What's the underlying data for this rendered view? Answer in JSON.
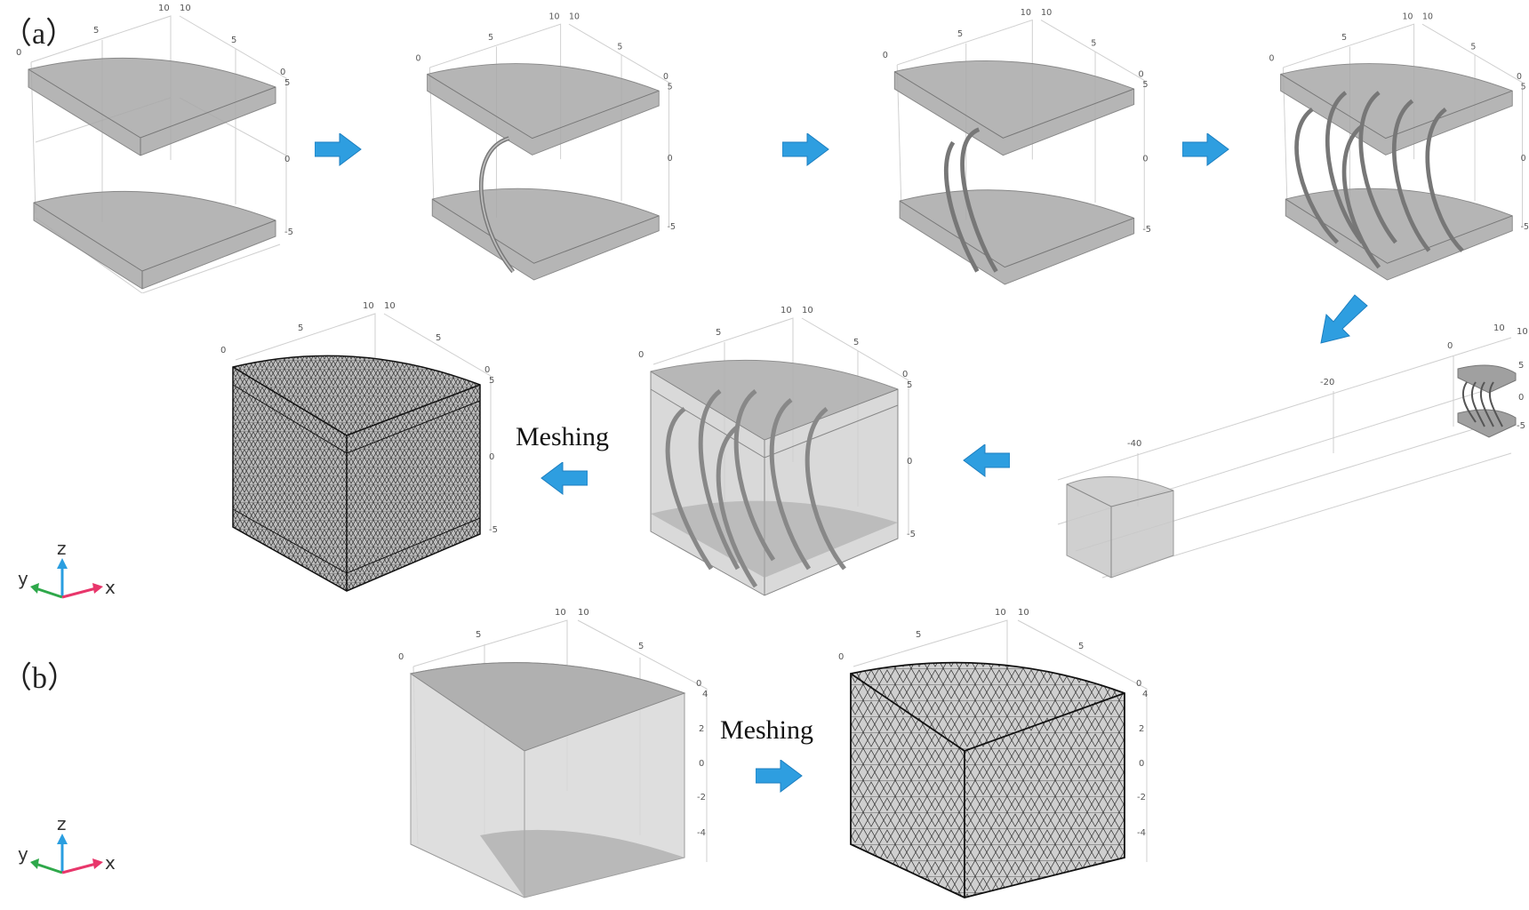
{
  "figure": {
    "panels": [
      {
        "id": "a",
        "label": "（a）"
      },
      {
        "id": "b",
        "label": "（b）"
      }
    ],
    "steps_a": [
      {
        "name": "two-slabs",
        "description": "Top and bottom quarter-cylinder slabs"
      },
      {
        "name": "single-fiber",
        "description": "One curved fiber between slabs"
      },
      {
        "name": "two-fibers",
        "description": "Two curved fibers"
      },
      {
        "name": "fiber-array",
        "description": "Array of curved fibers"
      },
      {
        "name": "matrix-translate",
        "description": "Matrix domain placed at x=-45, moved to origin"
      },
      {
        "name": "assembled",
        "description": "Fibers embedded in transparent matrix"
      },
      {
        "name": "meshed",
        "description": "Tetrahedral mesh of assembly"
      }
    ],
    "meshing_label_a": "Meshing",
    "meshing_label_b": "Meshing",
    "axis_ticks": {
      "x_top": [
        "0",
        "5",
        "10"
      ],
      "y_top": [
        "10",
        "5",
        "0"
      ],
      "z_a": [
        "5",
        "0",
        "-5"
      ],
      "z_b": [
        "4",
        "2",
        "0",
        "-2",
        "-4"
      ],
      "long_axis": [
        "-40",
        "-20",
        "0"
      ]
    },
    "triad": {
      "x": "x",
      "y": "y",
      "z": "z"
    },
    "colors": {
      "arrow": "#2e9ee0",
      "x_axis": "#e8366b",
      "y_axis": "#2ea84a",
      "z_axis": "#2a9ee0",
      "solid": "#9a9a9a",
      "grid": "#cfcfcf"
    }
  }
}
